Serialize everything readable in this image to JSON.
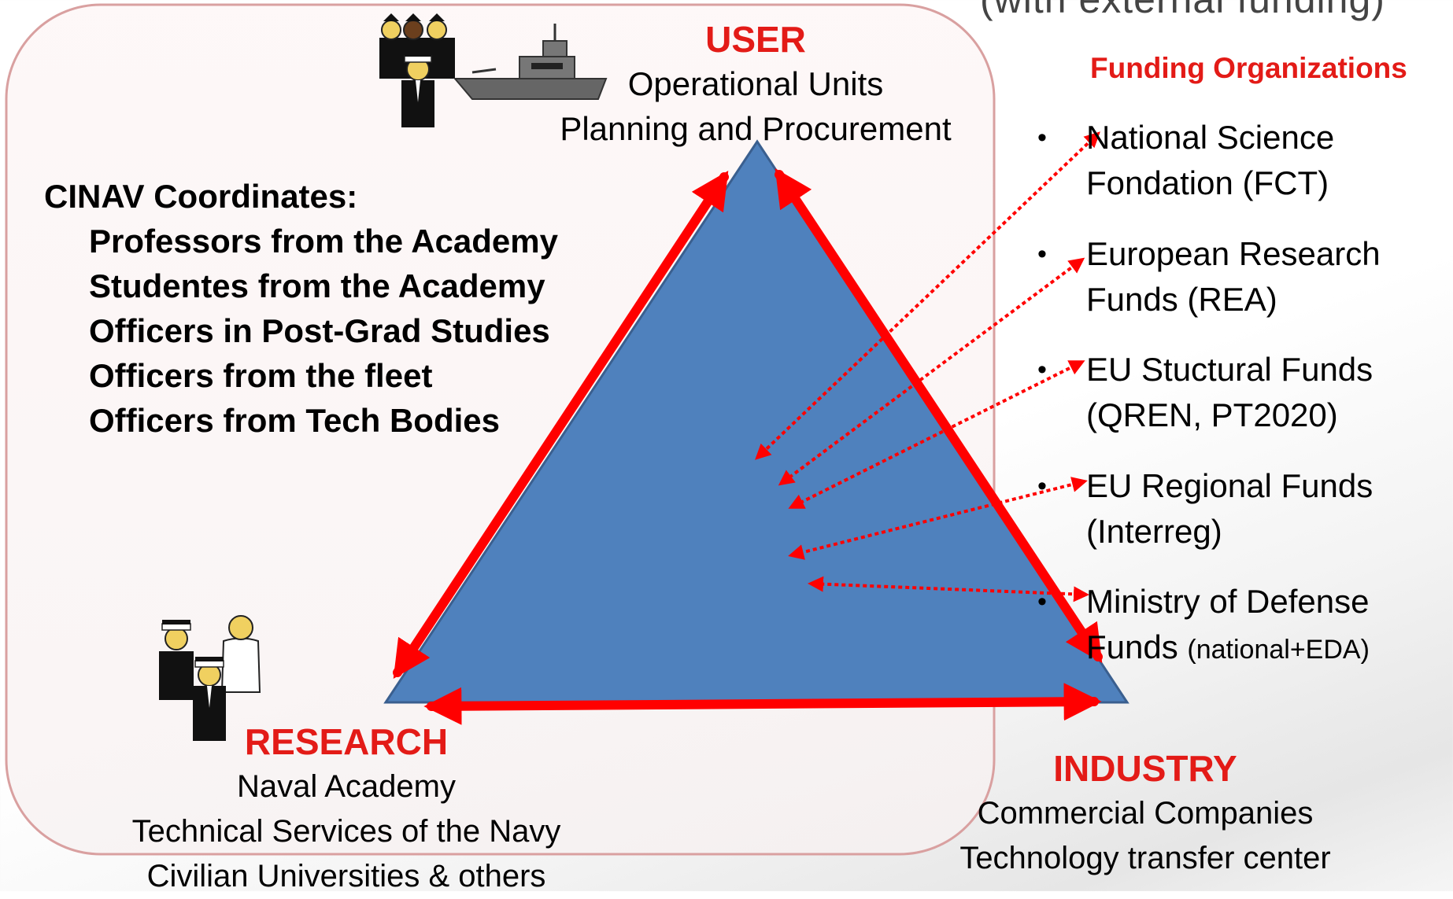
{
  "header_partial": "(with external funding)",
  "user": {
    "title": "USER",
    "lines": [
      "Operational Units",
      "Planning and Procurement"
    ]
  },
  "cinav": {
    "heading": "CINAV Coordinates:",
    "items": [
      "Professors from the Academy",
      "Studentes from the Academy",
      "Officers in Post-Grad Studies",
      "Officers from the fleet",
      "Officers from Tech Bodies"
    ]
  },
  "research": {
    "title": "RESEARCH",
    "lines": [
      "Naval Academy",
      "Technical Services of the Navy",
      "Civilian Universities & others"
    ]
  },
  "industry": {
    "title": "INDUSTRY",
    "lines": [
      "Commercial Companies",
      "Technology transfer center"
    ]
  },
  "funding": {
    "heading": "Funding Organizations",
    "items": [
      {
        "line1": "National Science",
        "line2": "Fondation (FCT)",
        "line2_small": ""
      },
      {
        "line1": "European Research",
        "line2": "Funds (REA)",
        "line2_small": ""
      },
      {
        "line1": "EU Stuctural Funds",
        "line2": "(QREN, PT2020)",
        "line2_small": ""
      },
      {
        "line1": "EU Regional Funds",
        "line2": "(Interreg)",
        "line2_small": ""
      },
      {
        "line1": "Ministry of Defense",
        "line2": "Funds ",
        "line2_small": "(national+EDA)"
      }
    ],
    "bullet": "•"
  },
  "colors": {
    "accent_red": "#e31b17",
    "triangle_blue": "#4f81bd",
    "box_border": "#d9a0a0"
  },
  "icons": [
    "officers-group-icon",
    "naval-ship-icon",
    "researchers-group-icon"
  ]
}
